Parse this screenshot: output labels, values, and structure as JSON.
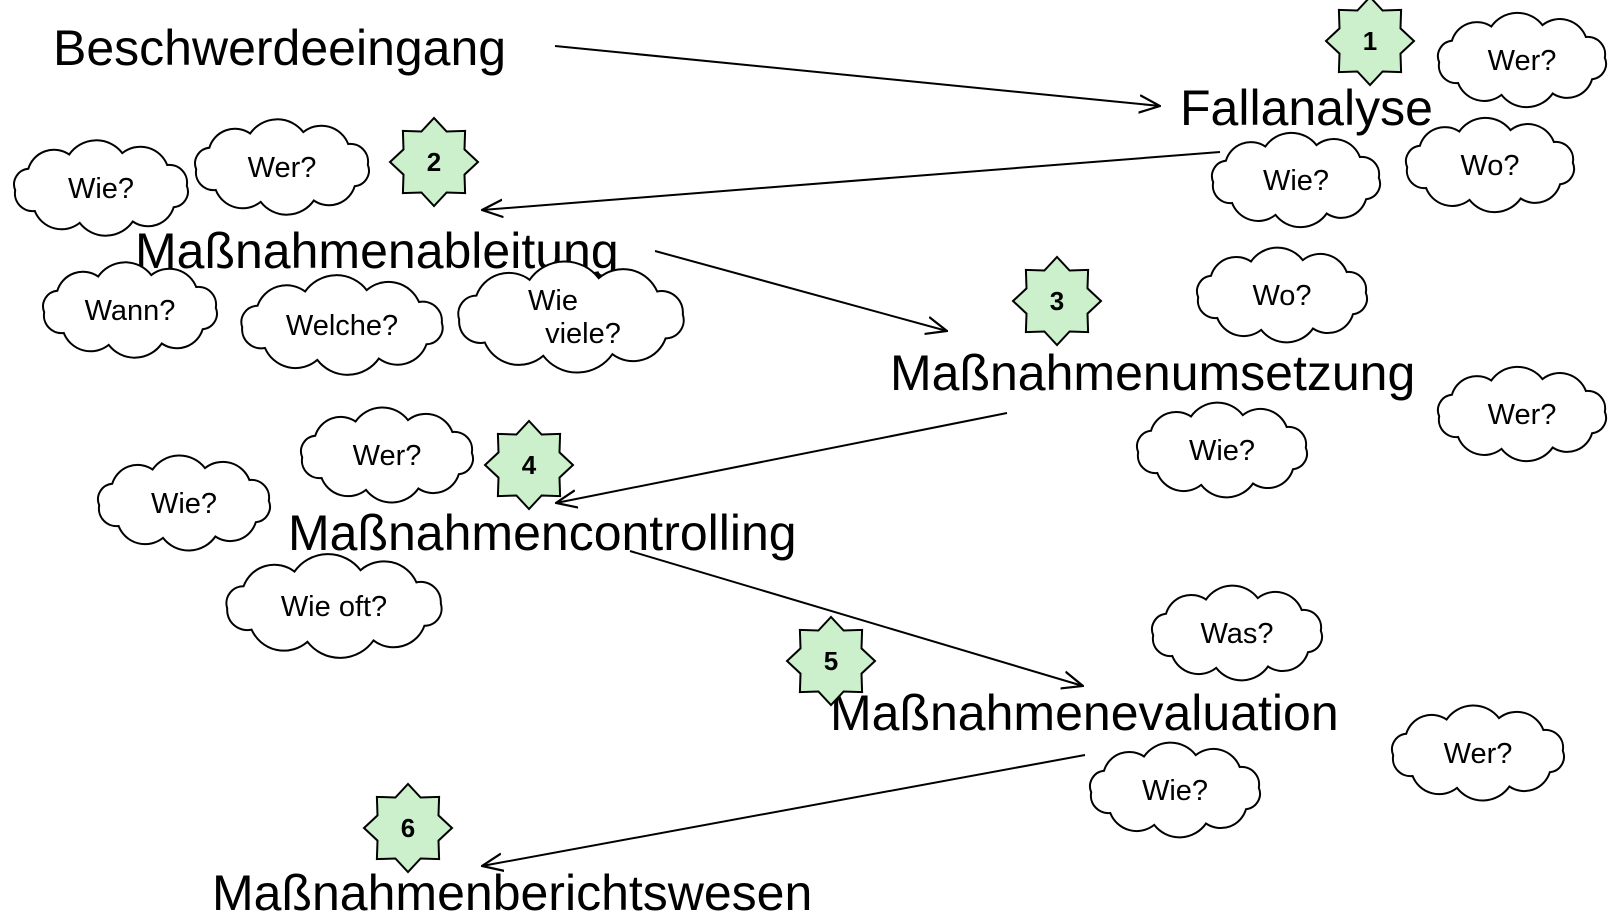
{
  "colors": {
    "badge_fill": "#ccf0cc",
    "stroke": "#000000",
    "background": "#ffffff"
  },
  "stages": [
    {
      "id": "beschwerdeeingang",
      "label": "Beschwerdeeingang"
    },
    {
      "id": "fallanalyse",
      "label": "Fallanalyse",
      "step": "1",
      "questions": [
        "Wer?",
        "Wie?",
        "Wo?"
      ]
    },
    {
      "id": "massnahmenableitung",
      "label": "Maßnahmenableitung",
      "step": "2",
      "questions": [
        "Wie?",
        "Wer?",
        "Wann?",
        "Welche?",
        "Wie viele?"
      ]
    },
    {
      "id": "massnahmenumsetzung",
      "label": "Maßnahmenumsetzung",
      "step": "3",
      "questions": [
        "Wo?",
        "Wer?",
        "Wie?"
      ]
    },
    {
      "id": "massnahmencontrolling",
      "label": "Maßnahmencontrolling",
      "step": "4",
      "questions": [
        "Wer?",
        "Wie?",
        "Wie oft?"
      ]
    },
    {
      "id": "massnahmenevaluation",
      "label": "Maßnahmenevaluation",
      "step": "5",
      "questions": [
        "Was?",
        "Wer?",
        "Wie?"
      ]
    },
    {
      "id": "massnahmenberichtswesen",
      "label": "Maßnahmenberichtswesen",
      "step": "6"
    }
  ],
  "flow": [
    [
      "beschwerdeeingang",
      "fallanalyse"
    ],
    [
      "fallanalyse",
      "massnahmenableitung"
    ],
    [
      "massnahmenableitung",
      "massnahmenumsetzung"
    ],
    [
      "massnahmenumsetzung",
      "massnahmencontrolling"
    ],
    [
      "massnahmencontrolling",
      "massnahmenevaluation"
    ],
    [
      "massnahmenevaluation",
      "massnahmenberichtswesen"
    ]
  ]
}
